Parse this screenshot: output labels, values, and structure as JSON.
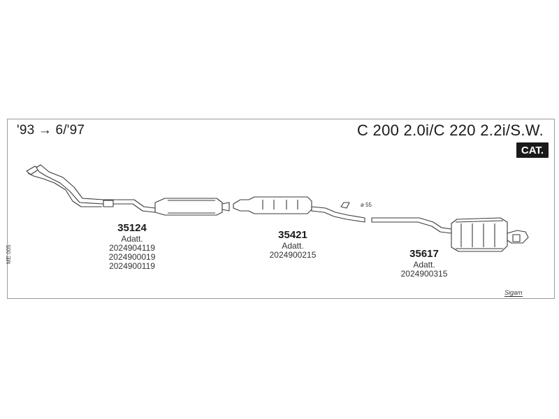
{
  "period": "'93 → 6/'97",
  "title": "C 200 2.0i/C 220 2.2i/S.W.",
  "badge": "CAT.",
  "diameter_label": "ø 55",
  "side_code": "ME 005",
  "brand": "Sigam",
  "parts": [
    {
      "number": "35124",
      "label": "Adatt.",
      "codes": [
        "2024904119",
        "2024900019",
        "2024900119"
      ]
    },
    {
      "number": "35421",
      "label": "Adatt.",
      "codes": [
        "2024900215"
      ]
    },
    {
      "number": "35617",
      "label": "Adatt.",
      "codes": [
        "2024900315"
      ]
    }
  ],
  "colors": {
    "line": "#3a3a3a",
    "fill": "#ffffff",
    "badge_bg": "#1a1a1a"
  }
}
